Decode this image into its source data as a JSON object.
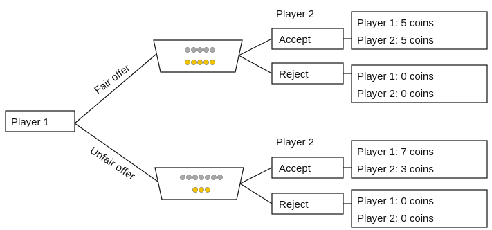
{
  "diagram": {
    "root_label": "Player 1",
    "colors": {
      "p1_coin": "#a9a9a9",
      "p2_coin": "#f2c200",
      "line": "#111111"
    },
    "branches": [
      {
        "edge_label": "Fair offer",
        "tray": {
          "player1_coins": 5,
          "player2_coins": 5
        },
        "player2_label": "Player 2",
        "responses": [
          {
            "label": "Accept",
            "payoff": [
              "Player 1: 5 coins",
              "Player 2: 5 coins"
            ]
          },
          {
            "label": "Reject",
            "payoff": [
              "Player 1: 0 coins",
              "Player 2: 0 coins"
            ]
          }
        ]
      },
      {
        "edge_label": "Unfair offer",
        "tray": {
          "player1_coins": 7,
          "player2_coins": 3
        },
        "player2_label": "Player 2",
        "responses": [
          {
            "label": "Accept",
            "payoff": [
              "Player 1: 7 coins",
              "Player 2: 3 coins"
            ]
          },
          {
            "label": "Reject",
            "payoff": [
              "Player 1: 0 coins",
              "Player 2: 0 coins"
            ]
          }
        ]
      }
    ]
  }
}
